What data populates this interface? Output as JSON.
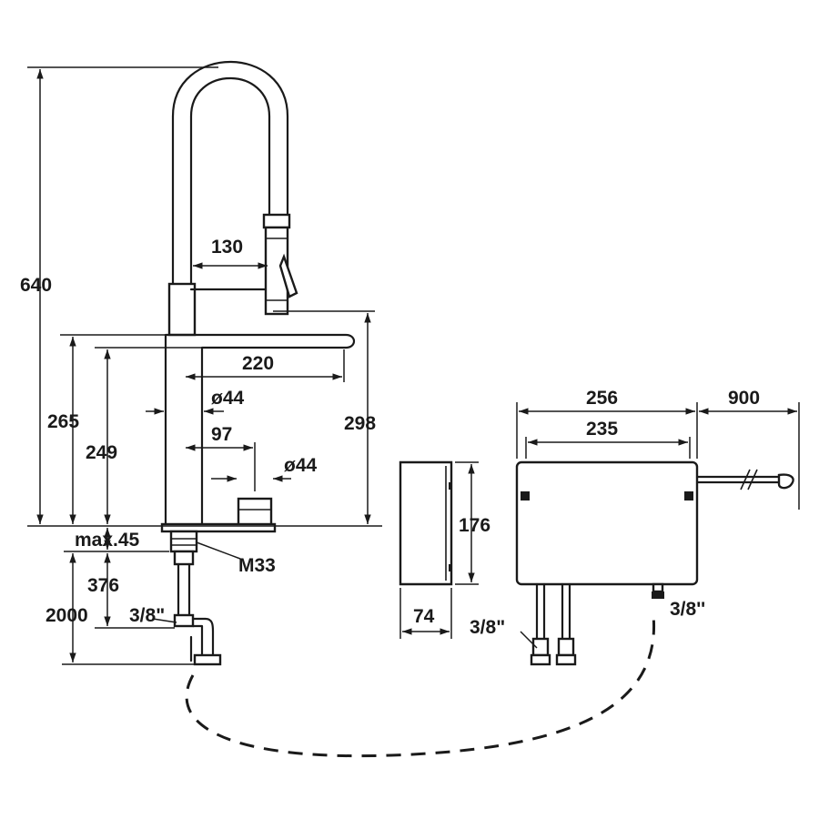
{
  "faucet": {
    "dims": {
      "height_total": "640",
      "spout_reach": "130",
      "spout_length": "220",
      "height_265": "265",
      "height_249": "249",
      "height_298": "298",
      "diameter_body": "ø44",
      "offset_97": "97",
      "diameter_lever": "ø44",
      "deck_thickness": "max.45",
      "thread": "M33",
      "hose_376": "376",
      "hose_2000": "2000",
      "connection": "3/8\""
    }
  },
  "heater_side": {
    "dims": {
      "height": "176",
      "depth": "74"
    }
  },
  "heater_front": {
    "dims": {
      "width_outer": "256",
      "width_inner": "235",
      "cable": "900",
      "connection_left": "3/8\"",
      "connection_right": "3/8''"
    }
  }
}
